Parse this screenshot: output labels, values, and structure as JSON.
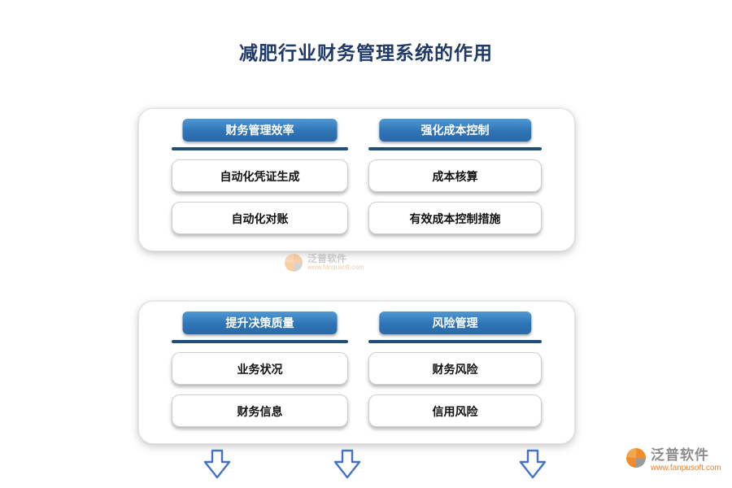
{
  "page": {
    "title": "减肥行业财务管理系统的作用"
  },
  "panels": [
    {
      "columns": [
        {
          "header": "财务管理效率",
          "items": [
            "自动化凭证生成",
            "自动化对账"
          ]
        },
        {
          "header": "强化成本控制",
          "items": [
            "成本核算",
            "有效成本控制措施"
          ]
        }
      ]
    },
    {
      "columns": [
        {
          "header": "提升决策质量",
          "items": [
            "业务状况",
            "财务信息"
          ]
        },
        {
          "header": "风险管理",
          "items": [
            "财务风险",
            "信用风险"
          ]
        }
      ]
    }
  ],
  "brand": {
    "name": "泛普软件",
    "url": "www.fanpusoft.com"
  },
  "icons": {
    "down_arrow": "hollow-down-arrow",
    "fan_logo": "fan-logo-disc"
  },
  "colors": {
    "title_navy": "#1F3A68",
    "header_blue": "#2E74B5",
    "underline_navy": "#1F4E79",
    "arrow_blue": "#4472C4",
    "brand_orange": "#F08C2E",
    "brand_gray": "#8C8C8C"
  }
}
